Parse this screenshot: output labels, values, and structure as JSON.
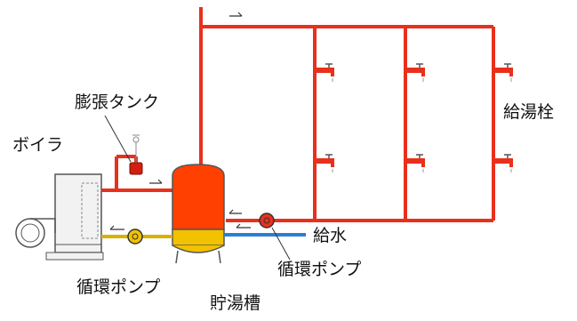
{
  "labels": {
    "expansion_tank": "膨張タンク",
    "boiler": "ボイラ",
    "hot_water_tap": "給湯栓",
    "water_supply": "給水",
    "circulation_pump_right": "循環ポンプ",
    "circulation_pump_left": "循環ポンプ",
    "storage_tank": "貯湯槽"
  },
  "colors": {
    "hot_pipe": "#e8301c",
    "supply_pipe": "#2a7fd4",
    "warm_pipe": "#d8b000",
    "tank_red": "#ff4000",
    "tank_yellow": "#f2c200",
    "boiler_body": "#f2f2f2",
    "outline": "#555555"
  },
  "icons": [
    "pipe-flow-arrow",
    "faucet-icon",
    "pump-icon",
    "boiler-fan-icon"
  ]
}
